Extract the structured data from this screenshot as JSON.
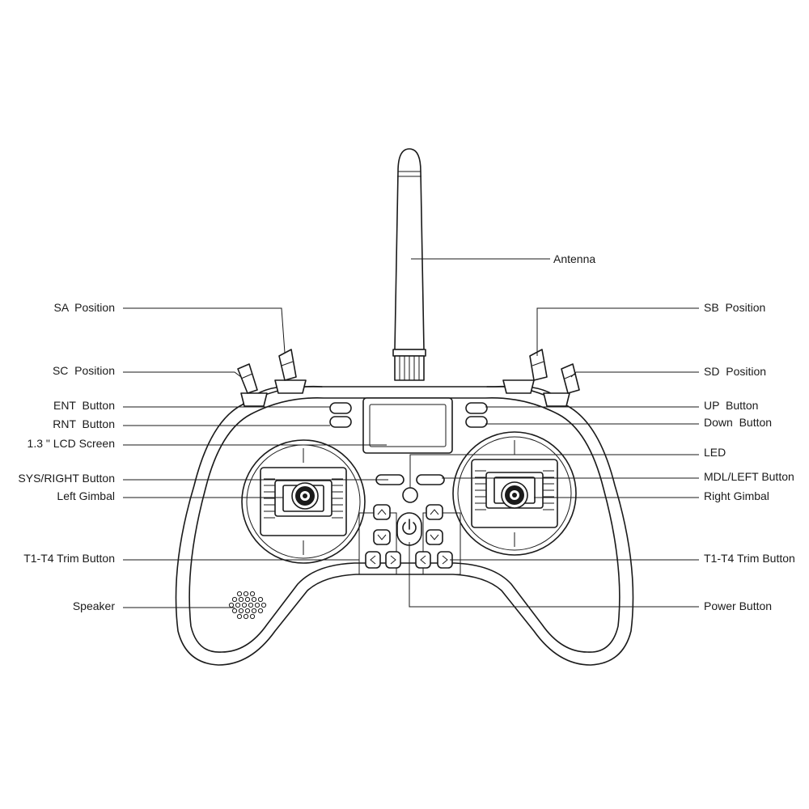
{
  "labels": {
    "antenna": "Antenna",
    "sa_position": "SA  Position",
    "sb_position": "SB  Position",
    "sc_position": "SC  Position",
    "sd_position": "SD  Position",
    "ent_button": "ENT  Button",
    "up_button": "UP  Button",
    "rnt_button": "RNT  Button",
    "down_button": "Down  Button",
    "lcd_screen": "1.3 \" LCD Screen",
    "led": "LED",
    "sys_right_button": "SYS/RIGHT Button",
    "mdl_left_button": "MDL/LEFT Button",
    "left_gimbal": "Left Gimbal",
    "right_gimbal": "Right Gimbal",
    "trim_left": "T1-T4 Trim Button",
    "trim_right": "T1-T4 Trim Button",
    "speaker": "Speaker",
    "power_button": "Power Button"
  },
  "colors": {
    "line": "#1a1a1a",
    "background": "#ffffff"
  }
}
